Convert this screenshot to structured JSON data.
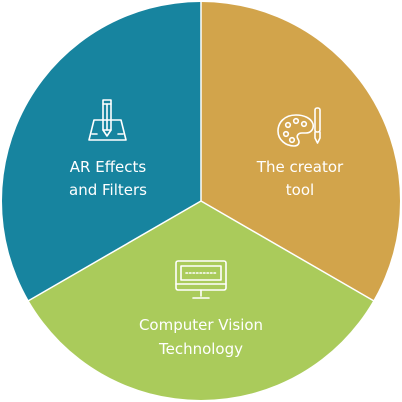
{
  "diagram": {
    "segments": [
      {
        "id": "ar",
        "line1": "AR Effects",
        "line2": "and Filters",
        "color": "#17849f",
        "icon": "pencil-ruler-icon"
      },
      {
        "id": "creator",
        "line1": "The creator",
        "line2": "tool",
        "color": "#d2a44b",
        "icon": "palette-brush-icon"
      },
      {
        "id": "cv",
        "line1": "Computer Vision",
        "line2": "Technology",
        "color": "#aacb5b",
        "icon": "monitor-icon"
      }
    ],
    "separator_color": "#ffffff"
  }
}
